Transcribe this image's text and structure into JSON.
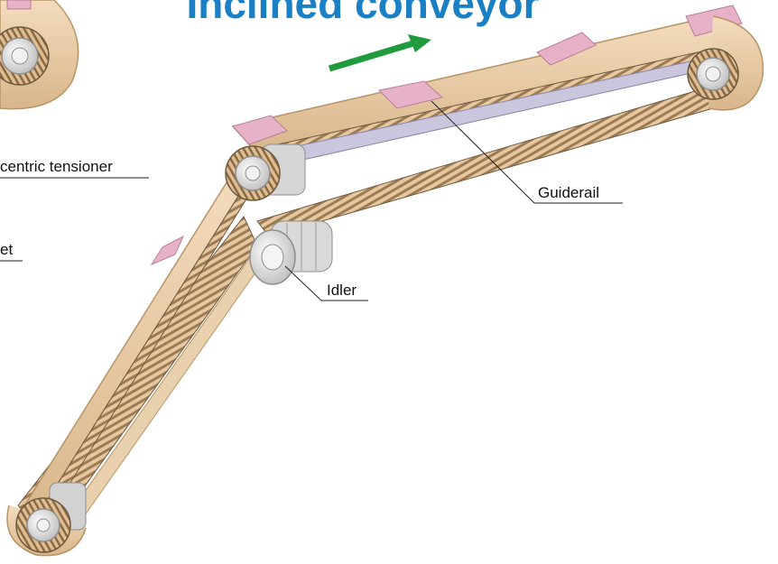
{
  "title": "Inclined conveyor",
  "labels": {
    "eccentric_tensioner": "centric tensioner",
    "sprocket": "et",
    "guiderail": "Guiderail",
    "idler": "Idler"
  },
  "colors": {
    "title": "#1a7fc4",
    "belt": "#e9c9a0",
    "belt_edge": "#b89468",
    "chain": "#6d5a40",
    "cleat": "#e7b1c8",
    "cleat_edge": "#b77f98",
    "metal": "#dcdcdc",
    "metal_edge": "#8e8e8e",
    "arrow": "#1f9a3c",
    "leader": "#222222"
  }
}
